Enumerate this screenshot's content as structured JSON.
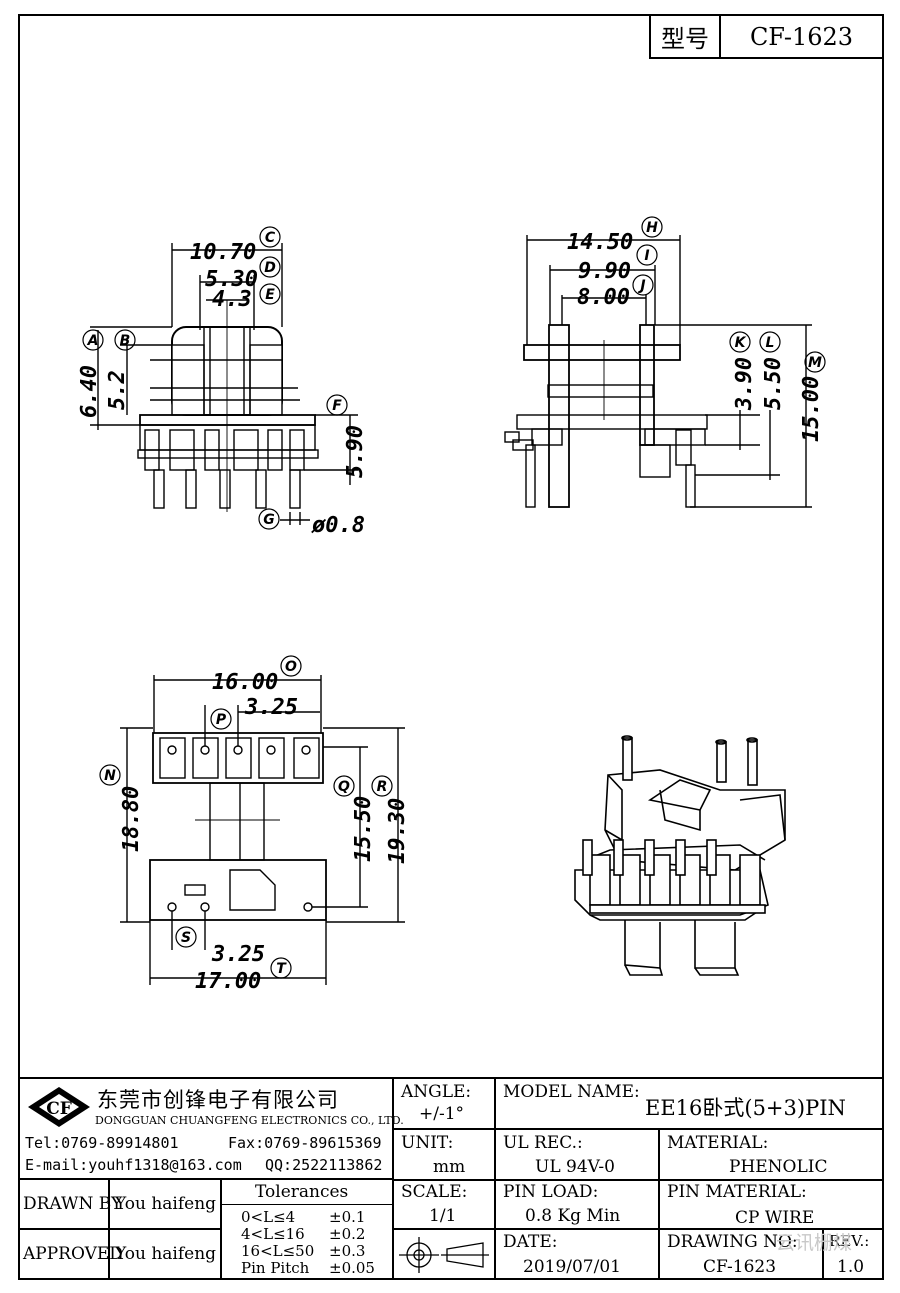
{
  "header": {
    "model_label": "型号",
    "model_value": "CF-1623"
  },
  "dimensions": {
    "c": "10.70",
    "d": "5.30",
    "e": "4.3",
    "a": "6.40",
    "b": "5.2",
    "f": "5.90",
    "g": "ø0.8",
    "h": "14.50",
    "i": "9.90",
    "j": "8.00",
    "k": "3.90",
    "l": "5.50",
    "m": "15.00",
    "o": "16.00",
    "p": "3.25",
    "n": "18.80",
    "q": "15.50",
    "r": "19.30",
    "s": "3.25",
    "t": "17.00"
  },
  "callouts": [
    "A",
    "B",
    "C",
    "D",
    "E",
    "F",
    "G",
    "H",
    "I",
    "J",
    "K",
    "L",
    "M",
    "N",
    "O",
    "P",
    "Q",
    "R",
    "S",
    "T"
  ],
  "company": {
    "logo": "CF",
    "name_cn": "东莞市创锋电子有限公司",
    "name_en": "DONGGUAN CHUANGFENG ELECTRONICS CO., LTD.",
    "tel": "Tel:0769-89914801",
    "fax": "Fax:0769-89615369",
    "email": "E-mail:youhf1318@163.com",
    "qq": "QQ:2522113862"
  },
  "title_block": {
    "angle_label": "ANGLE:",
    "angle_value": "+/-1°",
    "unit_label": "UNIT:",
    "unit_value": "mm",
    "scale_label": "SCALE:",
    "scale_value": "1/1",
    "model_name_label": "MODEL NAME:",
    "model_name_value": "EE16卧式(5+3)PIN",
    "ul_label": "UL REC.:",
    "ul_value": "UL 94V-0",
    "material_label": "MATERIAL:",
    "material_value": "PHENOLIC",
    "pin_load_label": "PIN LOAD:",
    "pin_load_value": "0.8 Kg Min",
    "pin_material_label": "PIN MATERIAL:",
    "pin_material_value": "CP WIRE",
    "date_label": "DATE:",
    "date_value": "2019/07/01",
    "drawing_no_label": "DRAWING NO:",
    "drawing_no_value": "CF-1623",
    "rev_label": "REV.:",
    "rev_value": "1.0",
    "drawn_by_label": "DRAWN BY",
    "drawn_by_value": "You haifeng",
    "approved_label": "APPROVED",
    "approved_value": "You haifeng",
    "tolerances_label": "Tolerances",
    "tol_rows": [
      {
        "range": "0<L≤4",
        "tol": "±0.1"
      },
      {
        "range": "4<L≤16",
        "tol": "±0.2"
      },
      {
        "range": "16<L≤50",
        "tol": "±0.3"
      },
      {
        "range": "Pin Pitch",
        "tol": "±0.05"
      }
    ]
  },
  "watermark": "云讯栅煤"
}
